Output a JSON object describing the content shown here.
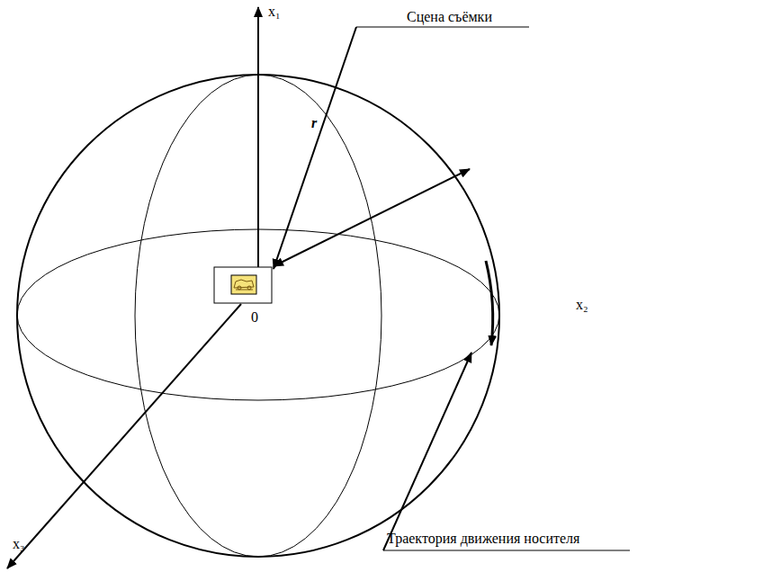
{
  "diagram": {
    "labels": [
      "x₁",
      "Сцена съёмки",
      "r",
      "0",
      "x₂",
      "x₃",
      "Траектория движения носителя"
    ]
  }
}
